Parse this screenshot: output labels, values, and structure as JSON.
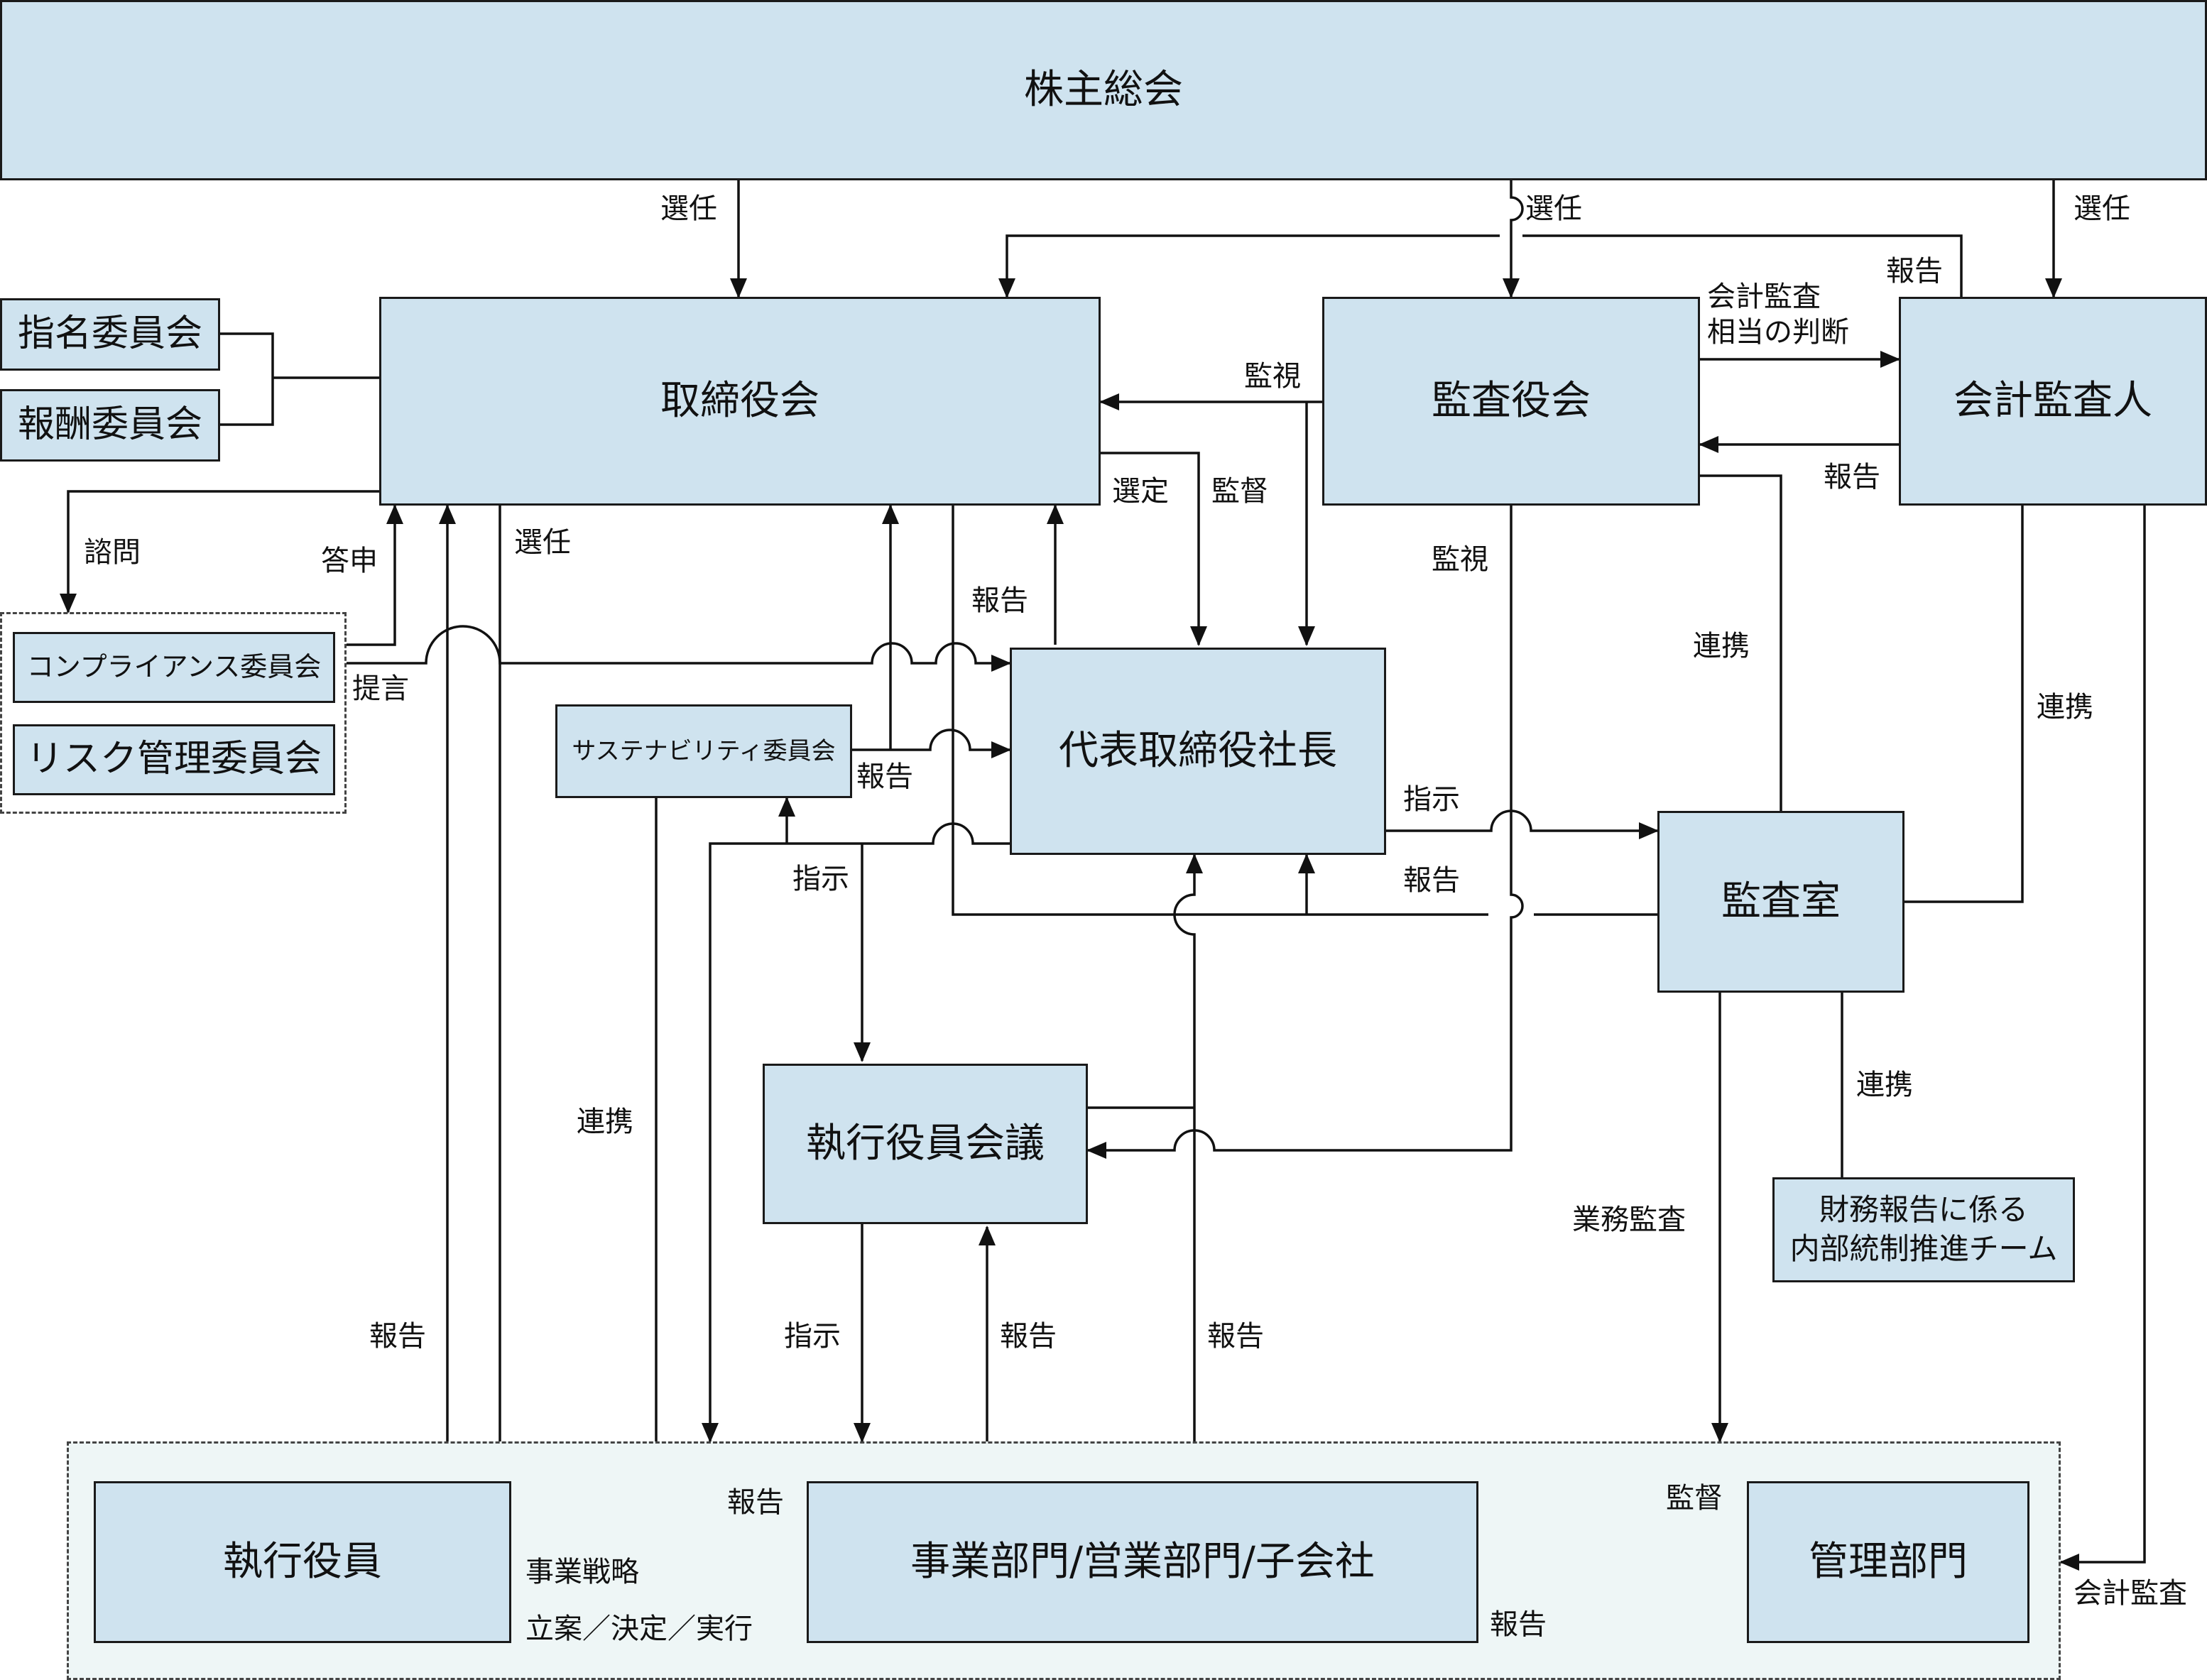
{
  "boxes": {
    "shareholders": "株主総会",
    "nomination": "指名委員会",
    "remuneration": "報酬委員会",
    "board": "取締役会",
    "audit_board": "監査役会",
    "accounting_auditor": "会計監査人",
    "compliance": "コンプライアンス委員会",
    "risk": "リスク管理委員会",
    "sustainability": "サステナビリティ委員会",
    "president": "代表取締役社長",
    "audit_office": "監査室",
    "exec_meeting": "執行役員会議",
    "icfr_team": [
      "財務報告に係る",
      "内部統制推進チーム"
    ],
    "exec_officers": "執行役員",
    "business": "事業部門/営業部門/子会社",
    "admin": "管理部門"
  },
  "labels": {
    "elect_board": "選任",
    "elect_audit": "選任",
    "elect_auditor": "選任",
    "report_auditor_board": "報告",
    "equiv_audit": [
      "会計監査",
      "相当の判断"
    ],
    "monitor_board": "監視",
    "report_auditor_audit": "報告",
    "select": "選定",
    "supervise": "監督",
    "consult": "諮問",
    "answer": "答申",
    "elect_exec": "選任",
    "report_president": "報告",
    "monitor_exec": "監視",
    "coop_audit_office": "連携",
    "coop_auditor": "連携",
    "propose": "提言",
    "report_sustain": "報告",
    "instruct_audit_office": "指示",
    "instruct_exec_meeting": "指示",
    "report_audit_office": "報告",
    "coop_team": "連携",
    "coop_sustain": "連携",
    "business_audit": "業務監査",
    "instruct_exec_dept": "指示",
    "report_exec_meeting": "報告",
    "report_dept_president": "報告",
    "report_dept_board": "報告",
    "report_to_officers": "報告",
    "supervise_admin": "監督",
    "strategy": [
      "事業戦略",
      "立案／決定／実行"
    ],
    "report_admin": "報告",
    "accounting_audit": "会計監査"
  }
}
